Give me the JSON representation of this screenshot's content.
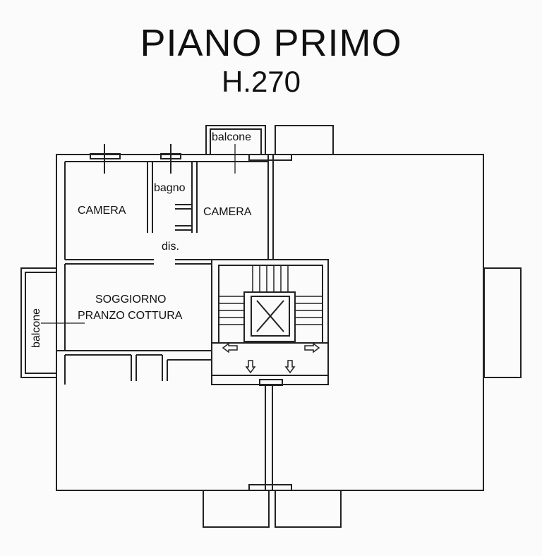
{
  "header": {
    "title": "PIANO PRIMO",
    "subtitle": "H.270"
  },
  "rooms": {
    "camera_left": "CAMERA",
    "bagno": "bagno",
    "camera_right": "CAMERA",
    "balcone_top": "balcone",
    "dis": "dis.",
    "soggiorno_line1": "SOGGIORNO",
    "soggiorno_line2": "PRANZO COTTURA",
    "balcone_left": "balcone"
  },
  "colors": {
    "ink": "#222222",
    "paper": "#fbfbfb"
  }
}
